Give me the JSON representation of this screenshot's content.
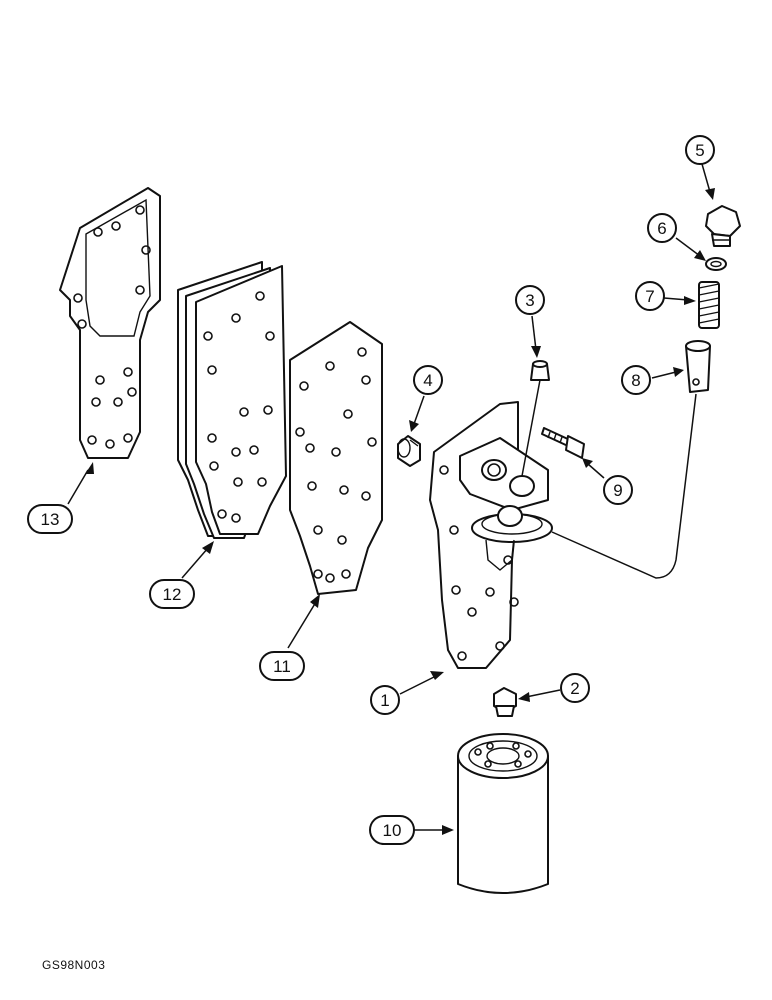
{
  "callouts": [
    {
      "id": "c1",
      "label": "1"
    },
    {
      "id": "c2",
      "label": "2"
    },
    {
      "id": "c3",
      "label": "3"
    },
    {
      "id": "c4",
      "label": "4"
    },
    {
      "id": "c5",
      "label": "5"
    },
    {
      "id": "c6",
      "label": "6"
    },
    {
      "id": "c7",
      "label": "7"
    },
    {
      "id": "c8",
      "label": "8"
    },
    {
      "id": "c9",
      "label": "9"
    },
    {
      "id": "c10",
      "label": "10"
    },
    {
      "id": "c11",
      "label": "11"
    },
    {
      "id": "c12",
      "label": "12"
    },
    {
      "id": "c13",
      "label": "13"
    }
  ],
  "figure_code": "GS98N003"
}
